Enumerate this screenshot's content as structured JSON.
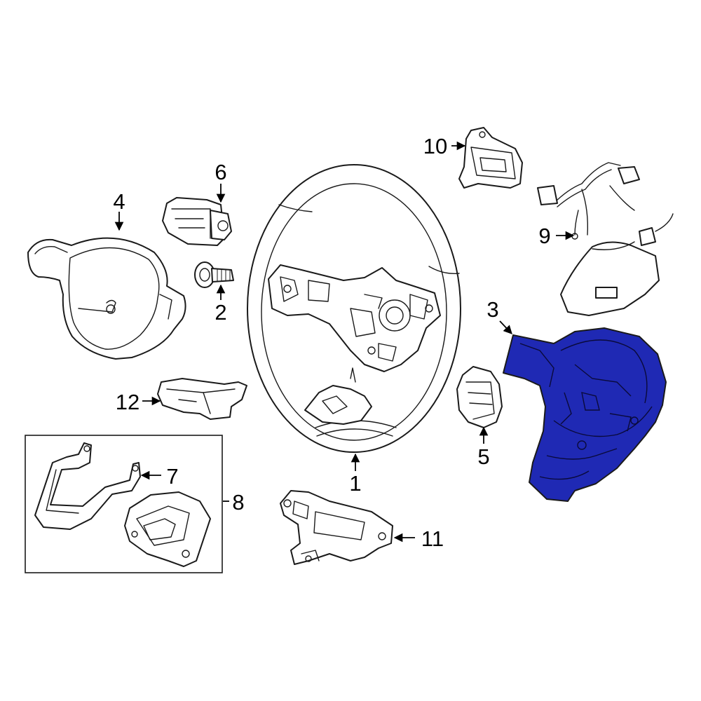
{
  "colors": {
    "line": "#1a1a1a",
    "highlight": "#1f29b4",
    "background": "#ffffff"
  },
  "callouts": [
    {
      "id": "1",
      "text": "1"
    },
    {
      "id": "2",
      "text": "2"
    },
    {
      "id": "3",
      "text": "3"
    },
    {
      "id": "4",
      "text": "4"
    },
    {
      "id": "5",
      "text": "5"
    },
    {
      "id": "6",
      "text": "6"
    },
    {
      "id": "7",
      "text": "7"
    },
    {
      "id": "8",
      "text": "8"
    },
    {
      "id": "9",
      "text": "9"
    },
    {
      "id": "10",
      "text": "10"
    },
    {
      "id": "11",
      "text": "11"
    },
    {
      "id": "12",
      "text": "12"
    }
  ],
  "highlighted_part": "3"
}
